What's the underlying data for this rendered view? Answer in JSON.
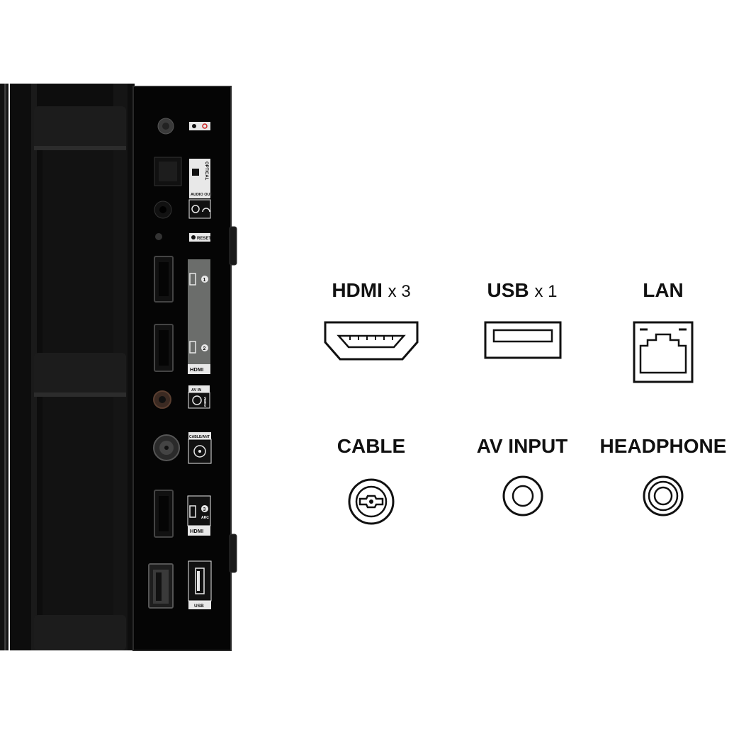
{
  "panel": {
    "labels": {
      "optical": "OPTICAL",
      "audio_out": "AUDIO OUT",
      "reset": "RESET",
      "hdmi_port_1": "1",
      "hdmi_port_2": "2",
      "hdmi_logo_a": "HDMI",
      "av_in": "AV IN",
      "video": "VIDEO",
      "cable_ant": "CABLE/ANT",
      "hdmi_port_3": "3",
      "arc": "ARC",
      "hdmi_logo_b": "HDMI",
      "usb": "USB"
    }
  },
  "ports": [
    {
      "name": "HDMI",
      "count": "x 3",
      "icon": "hdmi-icon"
    },
    {
      "name": "USB",
      "count": "x 1",
      "icon": "usb-icon"
    },
    {
      "name": "LAN",
      "count": "",
      "icon": "lan-icon"
    },
    {
      "name": "CABLE",
      "count": "",
      "icon": "coaxial-icon"
    },
    {
      "name": "AV INPUT",
      "count": "",
      "icon": "av-input-icon"
    },
    {
      "name": "HEADPHONE",
      "count": "",
      "icon": "headphone-jack-icon"
    }
  ],
  "colors": {
    "panel_black": "#0b0b0b",
    "strip_gray": "#6b6d6b",
    "icon_ink": "#111111"
  }
}
